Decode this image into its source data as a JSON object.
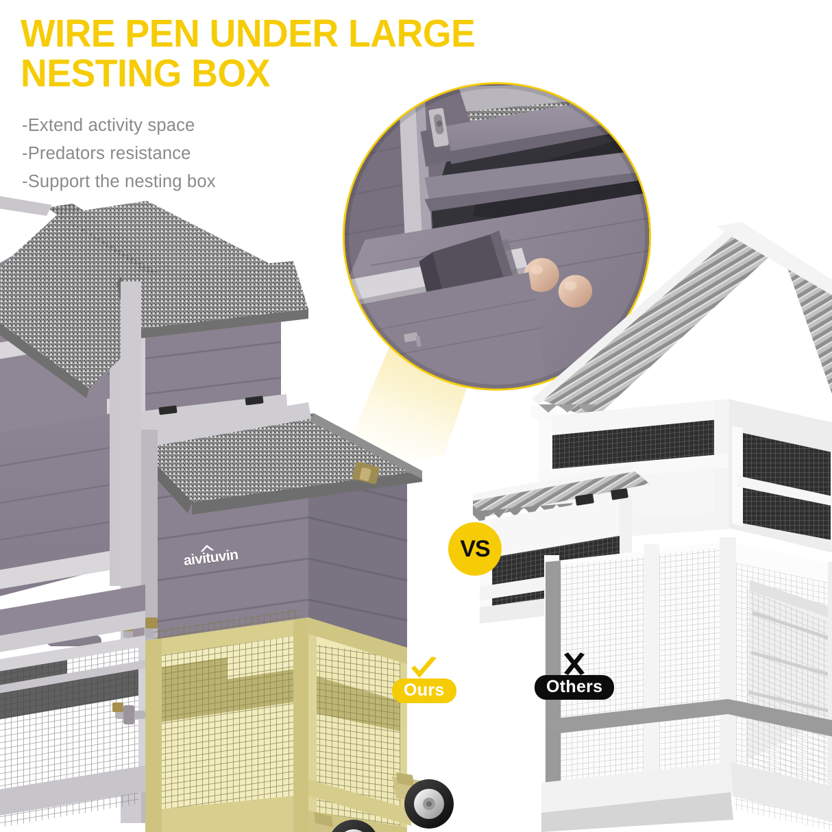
{
  "headline": {
    "line1": "WIRE PEN UNDER LARGE",
    "line2": "NESTING BOX",
    "color": "#F6CC07"
  },
  "bullets": [
    {
      "text": "-Extend activity space"
    },
    {
      "text": "-Predators resistance"
    },
    {
      "text": "-Support the nesting box"
    }
  ],
  "comparison": {
    "vs_label": "VS",
    "vs_circle_color": "#F6CC07",
    "ours": {
      "label": "Ours",
      "mark": "check-mark",
      "pill_color": "#F6CC07",
      "text_color": "#FFFFFF"
    },
    "others": {
      "label": "Others",
      "mark": "x-mark",
      "pill_color": "#0C0C0C",
      "text_color": "#FFFFFF"
    }
  },
  "brand": {
    "logo_text": "aivituvin",
    "logo_icon": "house-roof-icon",
    "logo_color": "#FFFFFF"
  },
  "inset": {
    "caption": "nesting-box-interior-closeup",
    "ring_color": "#F6CC07",
    "eggs_count": 2,
    "egg_color": "#D9AE97",
    "beam_color": "#FAF0C0"
  },
  "product_left": {
    "name": "aivituvin-chicken-coop-with-wire-pen",
    "roof_color": "#8C8C8C",
    "wall_color": "#8A8290",
    "trim_color": "#D9D7DA",
    "wire_pen_highlight": "#E7E0A4",
    "wheels": 2,
    "wheel_color": "#1A1A1A"
  },
  "product_right": {
    "name": "competitor-chicken-coop",
    "roof_color": "#B9B9B9",
    "frame_color": "#F2F2F2",
    "mesh_color": "#3A3A3A"
  },
  "palette": {
    "background": "#FFFFFF",
    "accent_yellow": "#F6CC07",
    "body_gray": "#8A8A8A",
    "black": "#0C0C0C"
  }
}
